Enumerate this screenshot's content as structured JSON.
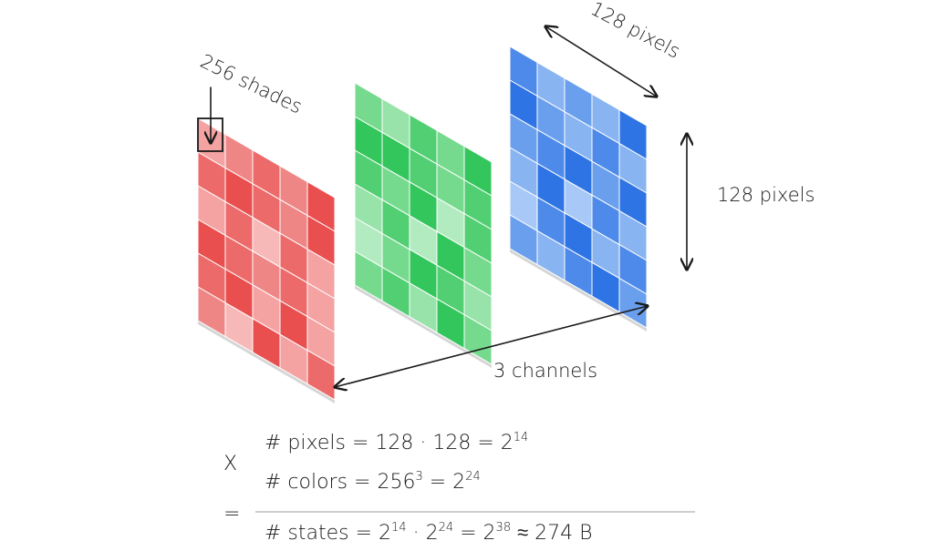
{
  "labels": {
    "shades": "256 shades",
    "width": "128 pixels",
    "height": "128 pixels",
    "channels": "3 channels"
  },
  "equation": {
    "x_symbol": "X",
    "eq_symbol": "=",
    "line1": {
      "prefix": "# pixels = 128 · 128 = 2",
      "exp": "14"
    },
    "line2": {
      "prefix": "# colors = 256",
      "exp1": "3",
      "mid": " = 2",
      "exp2": "24"
    },
    "line3": {
      "prefix": "# states = 2",
      "exp1": "14",
      "mid1": " · 2",
      "exp2": "24",
      "mid2": " = 2",
      "exp3": "38",
      "suffix": " ≈ 274 B"
    }
  },
  "colors": {
    "red": [
      "#f7b8b8",
      "#f4a2a2",
      "#ef8686",
      "#ec6a6a",
      "#e94f4f"
    ],
    "green": [
      "#b3ebc0",
      "#98e3aa",
      "#76da8e",
      "#52cf73",
      "#33c65c"
    ],
    "blue": [
      "#a8c9f7",
      "#88b4f2",
      "#6a9fee",
      "#4d8aea",
      "#2f74e4"
    ],
    "frame_shadow": "#d6d6d6"
  },
  "grids": {
    "red": [
      [
        1,
        2,
        3,
        2,
        4
      ],
      [
        3,
        4,
        3,
        2,
        4
      ],
      [
        1,
        3,
        0,
        3,
        1
      ],
      [
        4,
        3,
        2,
        3,
        1
      ],
      [
        3,
        4,
        1,
        4,
        1
      ],
      [
        2,
        0,
        4,
        1,
        3
      ]
    ],
    "green": [
      [
        2,
        1,
        3,
        2,
        4
      ],
      [
        4,
        4,
        3,
        2,
        3
      ],
      [
        3,
        2,
        4,
        0,
        3
      ],
      [
        1,
        3,
        0,
        4,
        2
      ],
      [
        0,
        2,
        4,
        3,
        1
      ],
      [
        2,
        3,
        1,
        4,
        2
      ]
    ],
    "blue": [
      [
        3,
        1,
        2,
        1,
        4
      ],
      [
        4,
        2,
        1,
        3,
        1
      ],
      [
        2,
        3,
        4,
        2,
        4
      ],
      [
        1,
        4,
        0,
        3,
        1
      ],
      [
        0,
        3,
        4,
        1,
        3
      ],
      [
        2,
        1,
        3,
        4,
        2
      ]
    ]
  }
}
